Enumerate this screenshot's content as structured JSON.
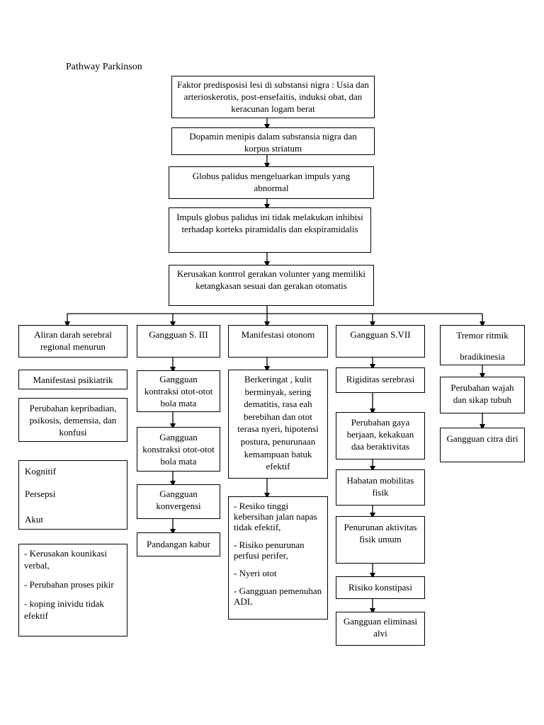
{
  "title": "Pathway Parkinson",
  "main_chain": [
    "Faktor predisposisi lesi di substansi nigra : Usia dan arterioskerotis, post-ensefaitis, induksi obat, dan keracunan logam berat",
    "Dopamin menipis dalam substansia nigra dan korpus striatum",
    "Globus palidus mengeluarkan impuls yang abnormal",
    "Impuls globus palidus ini tidak melakukan inhibisi terhadap korteks piramidalis dan ekspiramidalis",
    "Kerusakan kontrol gerakan volunter yang memiliki ketangkasan sesuai dan gerakan otomatis"
  ],
  "col1": {
    "head": "Aliran darah serebral regional menurun",
    "psikiatrik": "Manifestasi psikiatrik",
    "perubahan": "Perubahan kepribadian, psikosis, demensia, dan konfusi",
    "items": [
      "Kognitif",
      "Persepsi",
      "Akut"
    ],
    "dx": [
      "- Kerusakan kounikasi verbal,",
      "- Perubahan  proses pikir",
      "- koping inividu tidak efektif"
    ]
  },
  "col2": {
    "head": "Gangguan S. III",
    "b1": "Gangguan kontraksi otot-otot bola mata",
    "b2": "Gangguan konstraksi otot-otot bola mata",
    "b3": "Gangguan konvergensi",
    "b4": "Pandangan kabur"
  },
  "col3": {
    "head": "Manifestasi otonom",
    "b1": "Berkeringat , kulit berminyak, sering dematitis, rasa eah berebihan dan otot terasa nyeri, hipotensi postura, penurunaan kemampuan batuk efektif",
    "dx": [
      "- Resiko tinggi kebersihan jalan napas tidak efektif,",
      "- Risiko penurunan perfusi perifer,",
      "- Nyeri otot",
      "- Gangguan pemenuhan ADL"
    ]
  },
  "col4": {
    "head": "Gangguan S.VII",
    "b1": "Rigiditas serebrasi",
    "b2": "Perubahan gaya berjaan, kekakuan daa beraktivitas",
    "b3": "Habatan mobilitas fisik",
    "b4": "Penurunan aktivitas fisik umum",
    "b5": "Risiko konstipasi",
    "b6": "Gangguan eliminasi alvi"
  },
  "col5": {
    "head1": "Tremor ritmik",
    "head2": "bradikinesia",
    "b1": "Perubahan wajah dan sikap tubuh",
    "b2": "Gangguan citra diri"
  }
}
